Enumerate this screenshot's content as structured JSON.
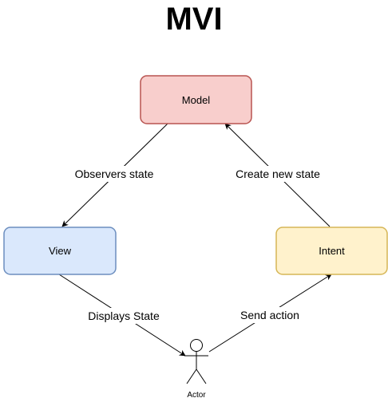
{
  "title": "MVI",
  "nodes": {
    "model": {
      "label": "Model",
      "fill": "#f8cecc",
      "stroke": "#b85450"
    },
    "view": {
      "label": "View",
      "fill": "#dae8fc",
      "stroke": "#6c8ebf"
    },
    "intent": {
      "label": "Intent",
      "fill": "#fff2cc",
      "stroke": "#d6b656"
    }
  },
  "actor": {
    "label": "Actor"
  },
  "edges": {
    "model_to_view": "Observers state",
    "intent_to_model": "Create new state",
    "view_to_actor": "Displays State",
    "actor_to_intent": "Send action"
  }
}
